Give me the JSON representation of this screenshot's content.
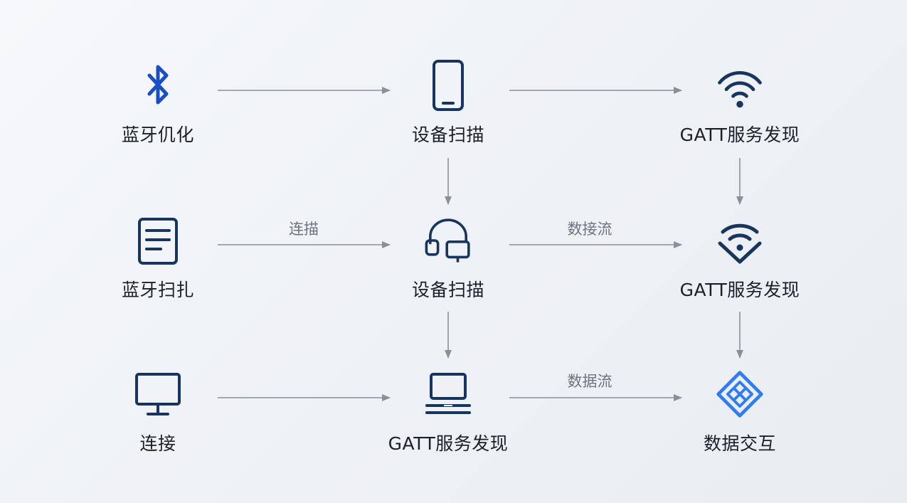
{
  "nodes": {
    "r1c1": {
      "label": "蓝牙仉化",
      "icon": "bluetooth-icon"
    },
    "r1c2": {
      "label": "设备扫描",
      "icon": "smartphone-icon"
    },
    "r1c3": {
      "label": "GATT服务发现",
      "icon": "wifi-signal-icon"
    },
    "r2c1": {
      "label": "蓝牙扫扎",
      "icon": "document-icon"
    },
    "r2c2": {
      "label": "设备扫描",
      "icon": "headset-devices-icon"
    },
    "r2c3": {
      "label": "GATT服务发现",
      "icon": "shield-wifi-icon"
    },
    "r3c1": {
      "label": "连接",
      "icon": "monitor-icon"
    },
    "r3c2": {
      "label": "GATT服务发现",
      "icon": "laptop-icon"
    },
    "r3c3": {
      "label": "数据交互",
      "icon": "data-exchange-icon"
    }
  },
  "edge_labels": {
    "r2_a": "连描",
    "r2_b": "数接流",
    "r3_b": "数据流"
  },
  "colors": {
    "icon_dark": "#17355e",
    "icon_blue": "#1a4fc4",
    "icon_bright": "#2f7df0",
    "arrow": "#8a9099",
    "text": "#1a1f29",
    "edge_text": "#6d7480"
  }
}
